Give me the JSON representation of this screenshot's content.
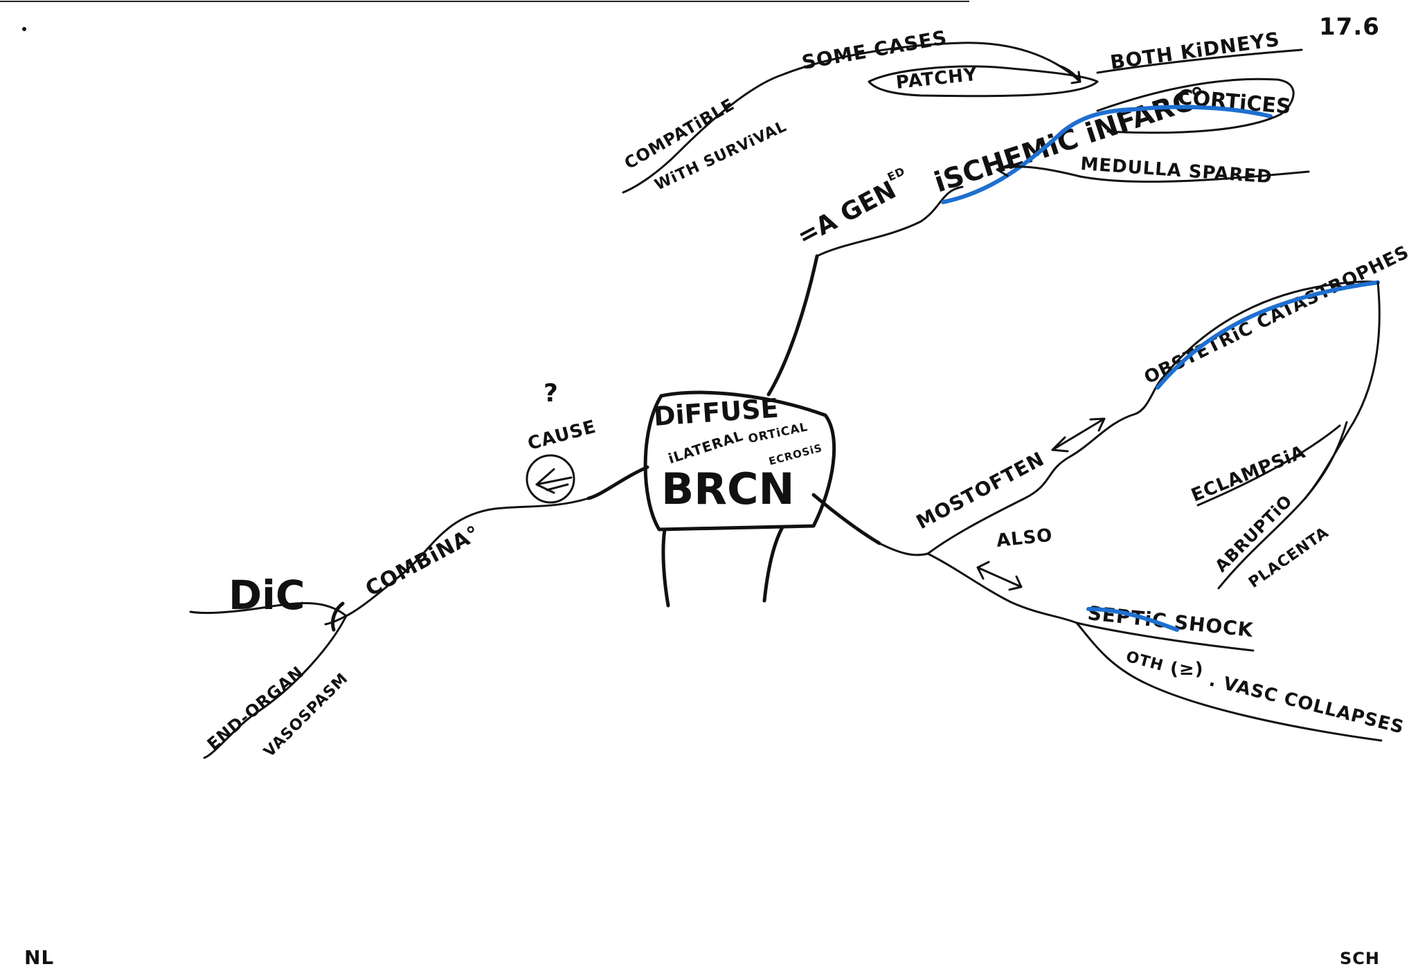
{
  "page_number": "17.6",
  "corner_left": "NL",
  "corner_right": "SCH",
  "center": {
    "line1": "DiFFUSE",
    "line2": "iLATERAL",
    "line3": "ORTiCAL",
    "line4": "BRCN",
    "line5": "ECROSiS"
  },
  "branches": {
    "cause_mark": "?",
    "cause": "CAUSE",
    "combina": "COMBiNA°",
    "dic": "DiC",
    "end_organ": "END-ORGAN",
    "vasospasm": "VASOSPASM",
    "agened": "=A GEN",
    "agened_sup": "ED",
    "ischemic_infarc": "iSCHEMiC iNFARC°",
    "cortices": "CORTiCES",
    "both_kidneys": "BOTH KiDNEYS",
    "patchy": "PATCHY",
    "some_cases": "SOME CASES",
    "compatible": "COMPATiBLE",
    "with_survival": "WiTH SURViVAL",
    "medulla_spared": "MEDULLA SPARED",
    "mostoften": "MOSTOFTEN",
    "obstetric": "OBSTETRiC CATASTROPHES",
    "eclampsia": "ECLAMPSiA",
    "abruptio": "ABRUPTiO",
    "placenta": "PLACENTA",
    "also": "ALSO",
    "septic_shock": "SEPTiC SHOCK",
    "oth": "OTH",
    "oth_sym": "(≥)",
    "vasc_collapses": ". VASC COLLAPSES"
  },
  "colors": {
    "ink": "#111111",
    "highlight": "#1e6fd1",
    "paper": "#ffffff"
  }
}
